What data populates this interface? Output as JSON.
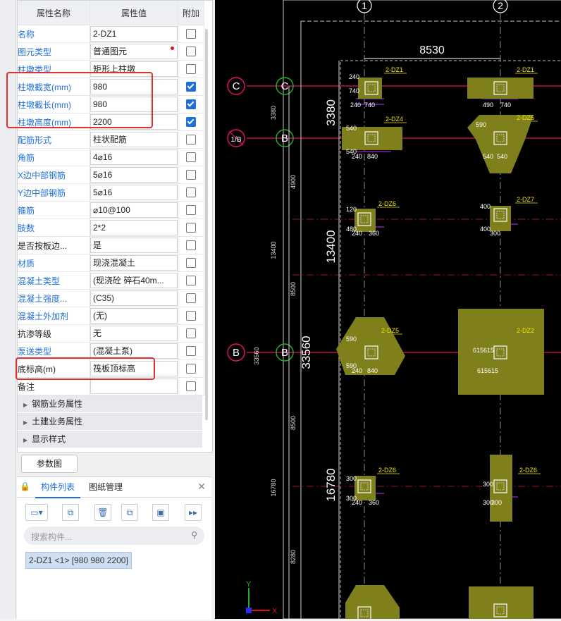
{
  "props": {
    "header": {
      "name": "属性名称",
      "value": "属性值",
      "add": "附加"
    },
    "rows": [
      {
        "name": "名称",
        "value": "2-DZ1",
        "blue": true,
        "checked": false
      },
      {
        "name": "图元类型",
        "value": "普通图元",
        "blue": true,
        "checked": false
      },
      {
        "name": "柱墩类型",
        "value": "矩形上柱墩",
        "blue": true,
        "checked": false
      },
      {
        "name": "柱墩截宽(mm)",
        "value": "980",
        "blue": true,
        "checked": true
      },
      {
        "name": "柱墩截长(mm)",
        "value": "980",
        "blue": true,
        "checked": true
      },
      {
        "name": "柱墩高度(mm)",
        "value": "2200",
        "blue": true,
        "checked": true
      },
      {
        "name": "配筋形式",
        "value": "柱状配筋",
        "blue": true,
        "checked": false
      },
      {
        "name": "角筋",
        "value": "4⌀16",
        "blue": true,
        "checked": false
      },
      {
        "name": "X边中部钢筋",
        "value": "5⌀16",
        "blue": true,
        "checked": false
      },
      {
        "name": "Y边中部钢筋",
        "value": "5⌀16",
        "blue": true,
        "checked": false
      },
      {
        "name": "箍筋",
        "value": "⌀10@100",
        "blue": true,
        "checked": false
      },
      {
        "name": "肢数",
        "value": "2*2",
        "blue": true,
        "checked": false
      },
      {
        "name": "是否按板边...",
        "value": "是",
        "blue": false,
        "checked": false
      },
      {
        "name": "材质",
        "value": "现浇混凝土",
        "blue": true,
        "checked": false
      },
      {
        "name": "混凝土类型",
        "value": "(现浇砼 碎石40m...",
        "blue": true,
        "checked": false
      },
      {
        "name": "混凝土强度...",
        "value": "(C35)",
        "blue": true,
        "checked": false
      },
      {
        "name": "混凝土外加剂",
        "value": "(无)",
        "blue": true,
        "checked": false
      },
      {
        "name": "抗渗等级",
        "value": "无",
        "blue": false,
        "checked": false
      },
      {
        "name": "泵送类型",
        "value": "(混凝土泵)",
        "blue": true,
        "checked": false
      },
      {
        "name": "底标高(m)",
        "value": "筏板顶标高",
        "blue": false,
        "checked": false
      },
      {
        "name": "备注",
        "value": "",
        "blue": false,
        "checked": false
      }
    ],
    "groups": [
      "钢筋业务属性",
      "土建业务属性",
      "显示样式"
    ]
  },
  "param_button": "参数图",
  "tabs": {
    "components": "构件列表",
    "drawings": "图纸管理"
  },
  "search": {
    "placeholder": "搜索构件..."
  },
  "component_item": "2-DZ1 <1> [980 980 2200]",
  "cad": {
    "axis_top": [
      "1",
      "2"
    ],
    "axis_left": [
      "C",
      "C",
      "1/B",
      "B",
      "B",
      "B"
    ],
    "dims_top": [
      "8530"
    ],
    "dims_left_large": [
      "3380",
      "13400",
      "33560",
      "16780"
    ],
    "dims_left_small": [
      "3380",
      "4900",
      "13400",
      "8500",
      "33560",
      "8500",
      "16780",
      "8280"
    ],
    "labels": [
      "2-DZ1",
      "2-DZ1",
      "2-DZ4",
      "2-DZ5",
      "2-DZ6",
      "2-DZ7",
      "2-DZ5",
      "2-DZ2",
      "2-DZ6",
      "2-DZ6"
    ],
    "small_dims": [
      "240",
      "740",
      "240",
      "740",
      "490",
      "740",
      "540",
      "540",
      "240",
      "840",
      "590",
      "540",
      "540",
      "120",
      "480",
      "240",
      "360",
      "400",
      "400",
      "300",
      "590",
      "590",
      "240",
      "840",
      "615615",
      "615615",
      "300",
      "300",
      "240",
      "360",
      "300",
      "300",
      "300"
    ],
    "colors": {
      "footing": "#7f7f1c",
      "axis": "#e0106a",
      "dim": "#ffffff",
      "rebar": "#9a2bd8",
      "green": "#20b020",
      "label": "#f2e400"
    },
    "ucs": [
      "Y",
      "X"
    ]
  }
}
